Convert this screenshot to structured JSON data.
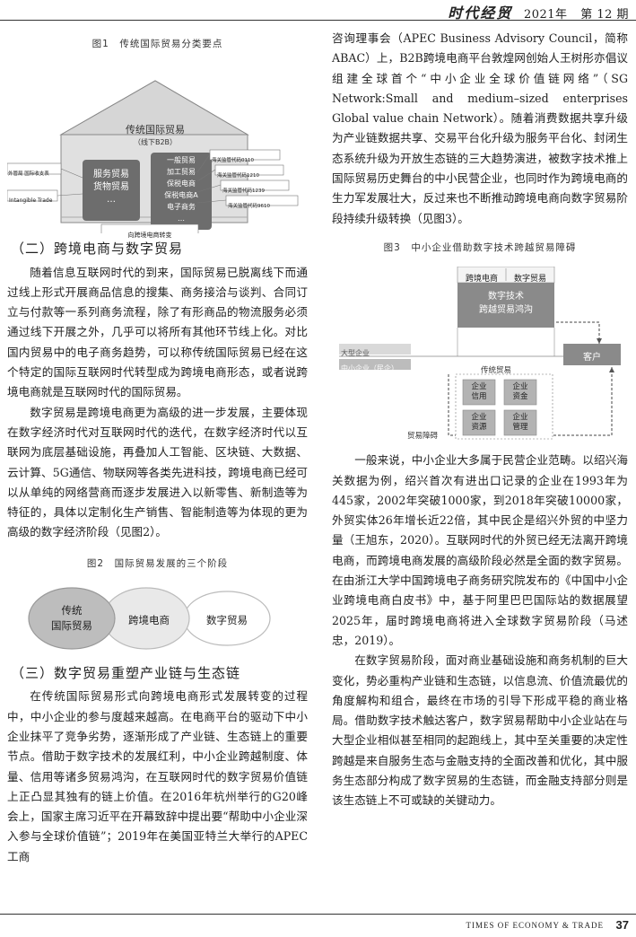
{
  "header": {
    "brand": "时代经贸",
    "year": "2021年",
    "issue": "第 12 期"
  },
  "left": {
    "fig1": {
      "caption": "图1　传统国际贸易分类要点",
      "title": "传统国际贸易",
      "subtitle": "（线下B2B）",
      "left_box": [
        "服务贸易",
        "货物贸易",
        "…"
      ],
      "right_box": [
        "一般贸易",
        "加工贸易",
        "保税电商",
        "保税电商A",
        "电子商务",
        "…"
      ],
      "label_top_left": "外管局 国际收支表",
      "label_intangible": "Intangible Trade",
      "codes": [
        "海关监管代码0110",
        "海关监管代码1210",
        "海关监管代码1239",
        "海关监管代码9610"
      ],
      "bottom": "向跨境电商转变"
    },
    "sec2_title": "（二）跨境电商与数字贸易",
    "paras_a": [
      "随着信息互联网时代的到来，国际贸易已脱离线下而通过线上形式开展商品信息的搜集、商务接洽与谈判、合同订立与付款等一系列商务流程，除了有形商品的物流服务必须通过线下开展之外，几乎可以将所有其他环节线上化。对比国内贸易中的电子商务趋势，可以称传统国际贸易已经在这个特定的国际互联网时代转型成为跨境电商形态，或者说跨境电商就是互联网时代的国际贸易。",
      "数字贸易是跨境电商更为高级的进一步发展，主要体现在数字经济时代对互联网时代的迭代，在数字经济时代以互联网为底层基础设施，再叠加人工智能、区块链、大数据、云计算、5G通信、物联网等各类先进科技，跨境电商已经可以从单纯的网络营商而逐步发展进入以新零售、新制造等为特征的，具体以定制化生产销售、智能制造等为体现的更为高级的数字经济阶段（见图2）。"
    ],
    "fig2": {
      "caption": "图2　国际贸易发展的三个阶段",
      "c1": [
        "传统",
        "国际贸易"
      ],
      "c2": "跨境电商",
      "c3": "数字贸易"
    },
    "sec3_title": "（三）数字贸易重塑产业链与生态链",
    "paras_b": [
      "在传统国际贸易形式向跨境电商形式发展转变的过程中，中小企业的参与度越来越高。在电商平台的驱动下中小企业抹平了竞争劣势，逐渐形成了产业链、生态链上的重要节点。借助于数字技术的发展红利，中小企业跨越制度、体量、信用等诸多贸易鸿沟，在互联网时代的数字贸易价值链上正凸显其独有的链上价值。在2016年杭州举行的G20峰会上，国家主席习近平在开幕致辞中提出要“帮助中小企业深入参与全球价值链”；2019年在美国亚特兰大举行的APEC工商"
    ]
  },
  "right": {
    "para_top": "咨询理事会（APEC Business Advisory Council，简称ABAC）上，B2B跨境电商平台敦煌网创始人王树彤亦倡议组建全球首个“中小企业全球价值链网络”（SG Network:Small and medium–sized enterprises Global value chain Network）。随着消费数据共享升级为产业链数据共享、交易平台化升级为服务平台化、封闭生态系统升级为开放生态链的三大趋势演进，被数字技术推上国际贸易历史舞台的中小民营企业，也同时作为跨境电商的生力军发展壮大，反过来也不断推动跨境电商向数字贸易阶段持续升级转换（见图3）。",
    "fig3": {
      "caption": "图3　中小企业借助数字技术跨越贸易障碍",
      "tag1": "跨境电商",
      "tag2": "数字贸易",
      "bridge": [
        "数字技术",
        "跨越贸易鸿沟"
      ],
      "big": "大型企业",
      "sme": "中小企业（民企）",
      "traditional": "传统贸易",
      "customer": "客户",
      "barrier": "贸易障碍",
      "cells": [
        [
          "企业",
          "信用"
        ],
        [
          "企业",
          "资金"
        ],
        [
          "企业",
          "资源"
        ],
        [
          "企业",
          "管理"
        ]
      ]
    },
    "paras": [
      "一般来说，中小企业大多属于民营企业范畴。以绍兴海关数据为例，绍兴首次有进出口记录的企业在1993年为445家，2002年突破1000家，到2018年突破10000家，外贸实体26年增长近22倍，其中民企是绍兴外贸的中坚力量（王旭东，2020）。互联网时代的外贸已经无法离开跨境电商，而跨境电商发展的高级阶段必然是全面的数字贸易。在由浙江大学中国跨境电子商务研究院发布的《中国中小企业跨境电商白皮书》中，基于阿里巴巴国际站的数据展望2025年，届时跨境电商将进入全球数字贸易阶段（马述忠，2019）。",
      "在数字贸易阶段，面对商业基础设施和商务机制的巨大变化，势必重构产业链和生态链，以信息流、价值流最优的角度解构和组合，最终在市场的引导下形成平稳的商业格局。借助数字技术触达客户，数字贸易帮助中小企业站在与大型企业相似甚至相同的起跑线上，其中至关重要的决定性跨越是来自服务生态与金融支持的全面改善和优化，其中服务生态部分构成了数字贸易的生态链，而金融支持部分则是该生态链上不可或缺的关键动力。"
    ]
  },
  "footer": {
    "journal": "TIMES OF ECONOMY & TRADE",
    "page": "37"
  }
}
